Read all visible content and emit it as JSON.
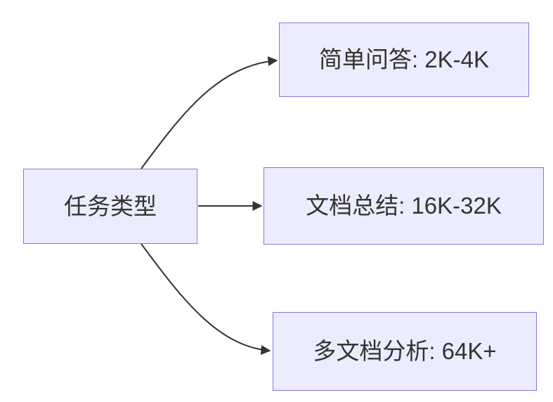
{
  "diagram": {
    "type": "flowchart-left-to-right",
    "root": {
      "label": "任务类型"
    },
    "branches": [
      {
        "label": "简单问答: 2K-4K"
      },
      {
        "label": "文档总结: 16K-32K"
      },
      {
        "label": "多文档分析: 64K+"
      }
    ],
    "colors": {
      "background": "#ffffff",
      "node_fill": "#ECECFF",
      "node_border": "#9370DB",
      "edge": "#333333",
      "text": "#333333"
    }
  }
}
